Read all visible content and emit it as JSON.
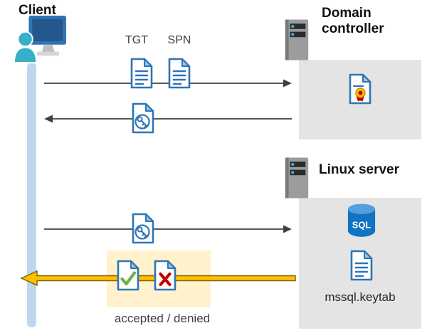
{
  "client": {
    "label": "Client"
  },
  "domain_controller": {
    "label": "Domain controller"
  },
  "linux_server": {
    "label": "Linux server"
  },
  "tickets": {
    "tgt_label": "TGT",
    "spn_label": "SPN"
  },
  "sql_label": "SQL",
  "keytab_label": "mssql.keytab",
  "result_label": "accepted / denied",
  "icons": {
    "client": "person-at-computer-icon",
    "domain_controller": "server-icon",
    "linux_server": "server-icon",
    "tgt": "document-icon",
    "spn": "document-icon",
    "service_ticket_request": "key-document-icon",
    "service_ticket_reply": "key-document-icon",
    "certificate": "certificate-document-icon",
    "database": "sql-database-icon",
    "keytab": "document-icon",
    "accepted": "check-document-icon",
    "denied": "cross-document-icon"
  },
  "flows": [
    {
      "from": "client",
      "to": "domain_controller",
      "items": [
        "TGT",
        "SPN"
      ]
    },
    {
      "from": "domain_controller",
      "to": "client",
      "items": [
        "service ticket"
      ]
    },
    {
      "from": "client",
      "to": "linux_server",
      "items": [
        "service ticket"
      ]
    },
    {
      "from": "linux_server",
      "to": "client",
      "items": [
        "accepted / denied"
      ],
      "highlighted": true
    }
  ],
  "colors": {
    "doc_blue": "#2e75b6",
    "doc_fold": "#9dc3e6",
    "timeline_blue": "#bdd7ee",
    "arrow_gray": "#404040",
    "highlight_yellow": "#fff2cc",
    "result_arrow_yellow": "#ffc000",
    "box_gray": "#e4e4e4",
    "sql_blue": "#1273c4",
    "check_green": "#70ad47",
    "cross_red": "#c00000",
    "person_teal": "#36afc9"
  }
}
